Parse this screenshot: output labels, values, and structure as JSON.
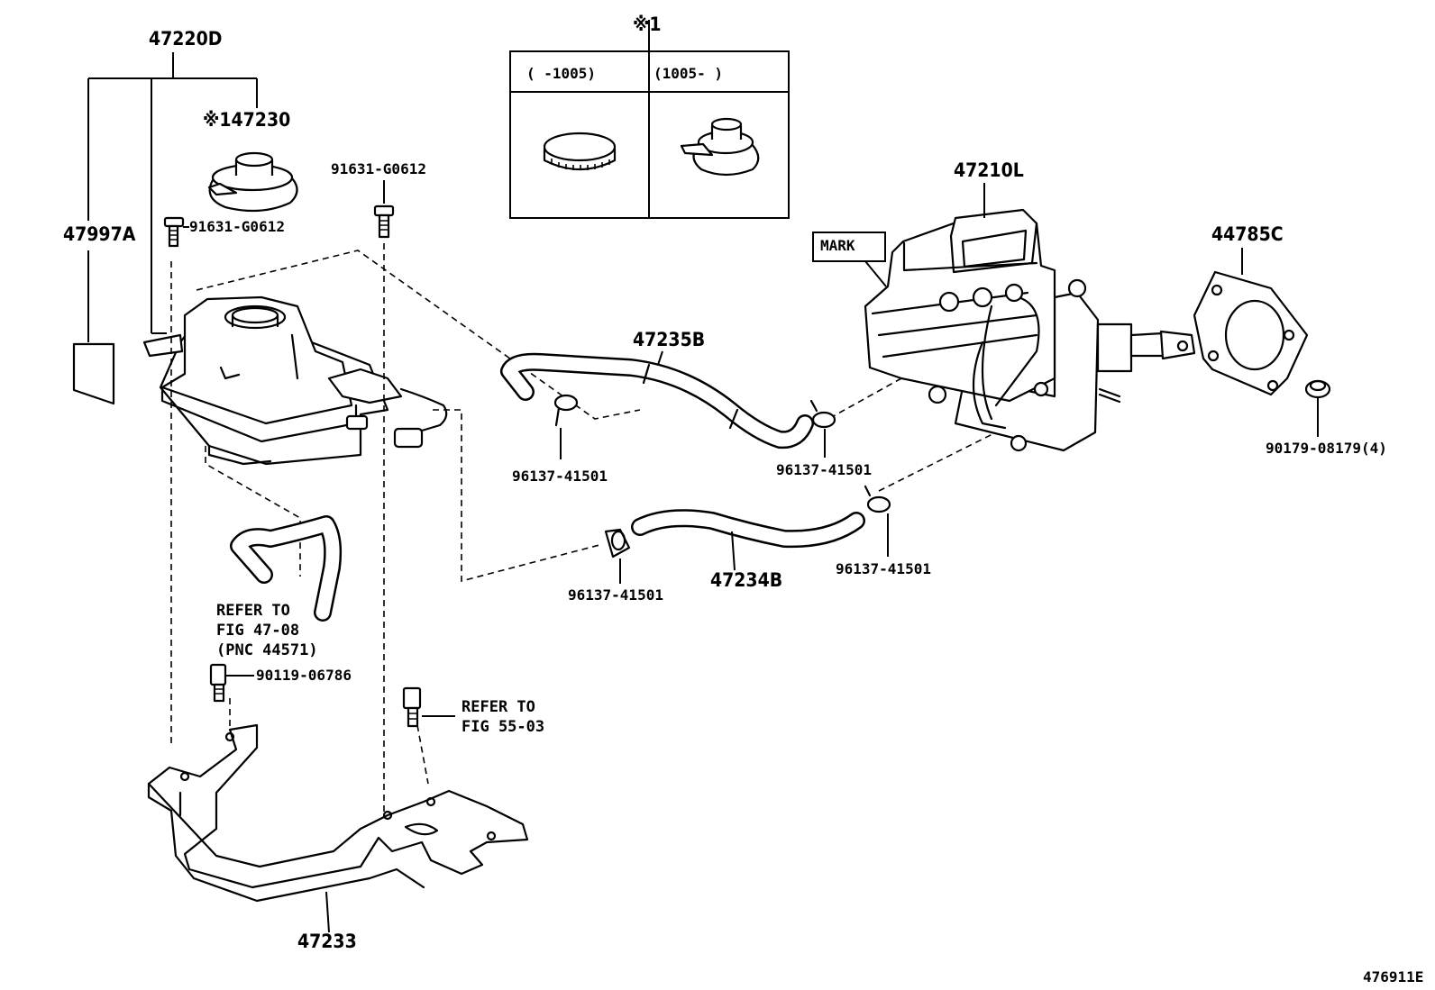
{
  "labels": {
    "reservoir_assy": "47220D",
    "cap_note": "※147230",
    "cap_part": "47230",
    "label_plate": "47997A",
    "bolt_tank": "91631-G0612",
    "bolt_upper": "91631-G0612",
    "legend_note": "※1",
    "legend_col1": "(     -1005)",
    "legend_col2": "(1005-     )",
    "booster": "47210L",
    "mark": "MARK",
    "gasket": "44785C",
    "nut": "90179-08179(4)",
    "hose_upper": "47235B",
    "hose_lower": "47234B",
    "clip_1": "96137-41501",
    "clip_2": "96137-41501",
    "clip_3": "96137-41501",
    "clip_4": "96137-41501",
    "refer_a_1": "REFER TO",
    "refer_a_2": "FIG 47-08",
    "refer_a_3": "(PNC 44571)",
    "bolt_bracket": "90119-06786",
    "refer_b_1": "REFER TO",
    "refer_b_2": "FIG 55-03",
    "bracket": "47233",
    "figure_id": "476911E"
  }
}
